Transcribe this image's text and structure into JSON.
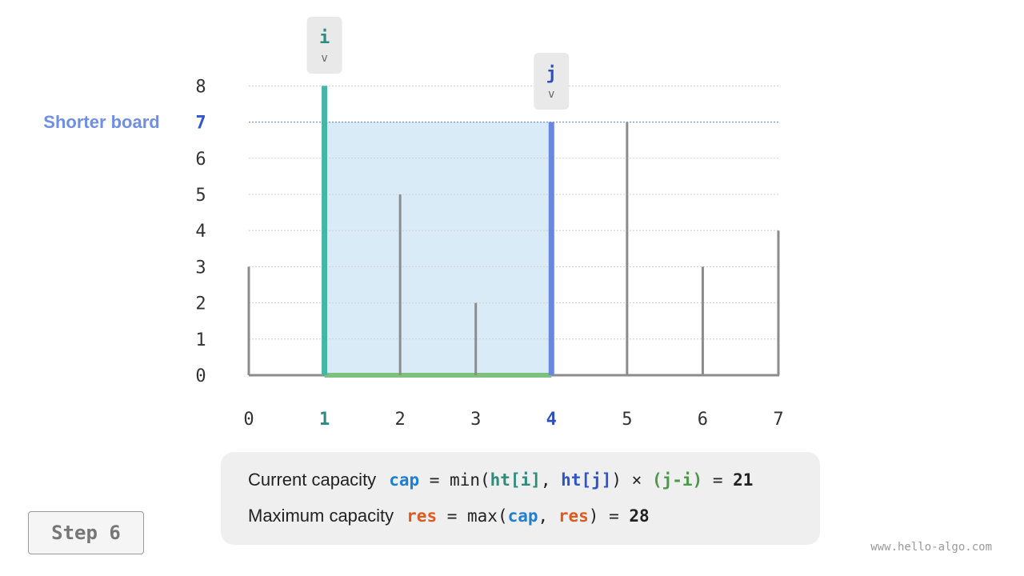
{
  "chart_data": {
    "type": "bar",
    "x": [
      "0",
      "1",
      "2",
      "3",
      "4",
      "5",
      "6",
      "7"
    ],
    "values": [
      3,
      8,
      5,
      2,
      7,
      7,
      3,
      4
    ],
    "y_ticks": [
      "0",
      "1",
      "2",
      "3",
      "4",
      "5",
      "6",
      "7",
      "8"
    ],
    "ylim": [
      0,
      8
    ],
    "grid": true,
    "pointer_i": {
      "label": "i",
      "arrow": "v",
      "index": 1
    },
    "pointer_j": {
      "label": "j",
      "arrow": "v",
      "index": 4
    },
    "shorter_board": {
      "label": "Shorter board",
      "value": 7
    },
    "colors": {
      "board": "#8c8c8c",
      "pointer_i": "#45b5a5",
      "pointer_j": "#6b86e0",
      "area_fill": "#daebf8",
      "base_highlight": "#7ec07e",
      "shorter_label": "#6f8ee6",
      "grid": "#d0d0d0",
      "i_text": "#2e8b80",
      "j_text": "#2d4fc0"
    }
  },
  "formula": {
    "line1": {
      "label": "Current capacity",
      "var": "cap",
      "eq1": " = min(",
      "hti": "ht[i]",
      "comma": ", ",
      "htj": "ht[j]",
      "close": ") × ",
      "ji": "(j-i)",
      "eq2": " = ",
      "result": "21"
    },
    "line2": {
      "label": "Maximum capacity",
      "var": "res",
      "eq1": " = max(",
      "cap": "cap",
      "comma": ", ",
      "res": "res",
      "close": ")",
      "eq2": " = ",
      "result": "28"
    },
    "colors": {
      "cap": "#1f7fd0",
      "res": "#e05a1e",
      "hti": "#2e8b7a",
      "htj": "#2d55c8",
      "ji": "#4a9a4a"
    }
  },
  "step_button": {
    "label": "Step 6"
  },
  "watermark": "www.hello-algo.com"
}
